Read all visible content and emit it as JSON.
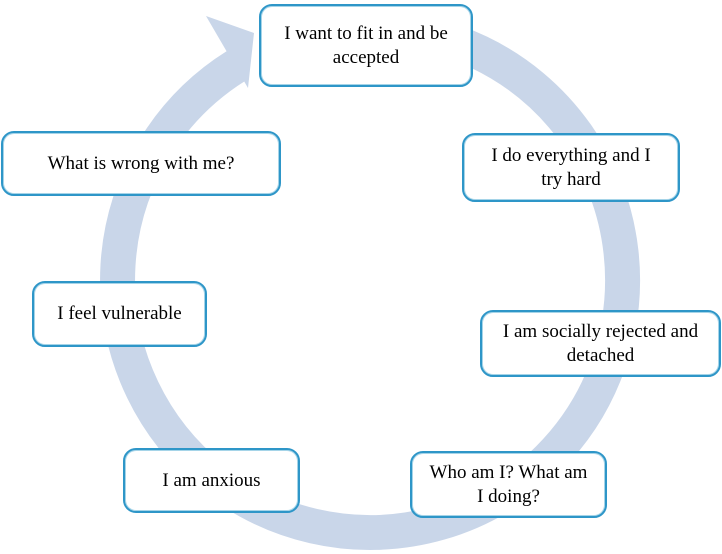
{
  "diagram": {
    "type": "cycle",
    "direction": "clockwise",
    "colors": {
      "arrow_band": "#c9d6e9",
      "box_border": "#2e96c8",
      "box_fill": "#ffffff",
      "text": "#000000",
      "background": "#ffffff"
    },
    "nodes": [
      {
        "id": "fit-in",
        "position": "top",
        "label": "I want to fit in and be\naccepted"
      },
      {
        "id": "do-everything",
        "position": "upper-right",
        "label": "I do everything and I\ntry hard"
      },
      {
        "id": "socially-rejected",
        "position": "lower-right",
        "label": "I am socially rejected and\ndetached"
      },
      {
        "id": "who-am-i",
        "position": "bottom-right",
        "label": "Who am I? What am\nI doing?"
      },
      {
        "id": "anxious",
        "position": "bottom-left",
        "label": "I am anxious"
      },
      {
        "id": "vulnerable",
        "position": "lower-left",
        "label": "I feel vulnerable"
      },
      {
        "id": "whats-wrong",
        "position": "upper-left",
        "label": "What is wrong with me?"
      }
    ]
  }
}
